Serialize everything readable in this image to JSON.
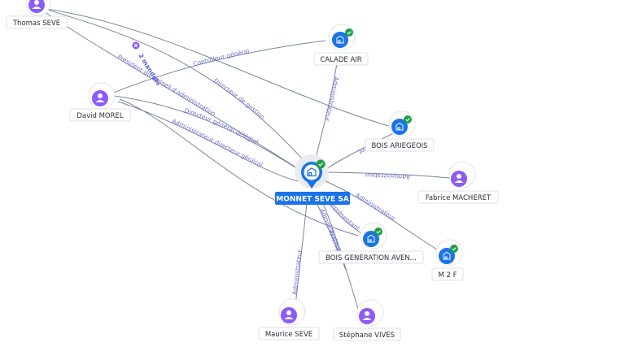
{
  "colors": {
    "person": "#8b5cf6",
    "company": "#1a73e8",
    "check": "#1e9e4a",
    "edge": "#7a8699",
    "edge_label": "#6b6fd8",
    "badge_close": "#8b5cf6"
  },
  "mandate_badge": {
    "text": "2 mandats",
    "icon": "close-x-icon"
  },
  "nodes": {
    "thomas": {
      "label": "Thomas SEVE",
      "kind": "person",
      "icon": "person-icon"
    },
    "david": {
      "label": "David MOREL",
      "kind": "person",
      "icon": "person-icon"
    },
    "calade": {
      "label": "CALADE AIR",
      "kind": "company",
      "icon": "building-icon",
      "verified": true
    },
    "bois_ariegeois": {
      "label": "BOIS ARIEGEOIS",
      "kind": "company",
      "icon": "building-icon",
      "verified": true
    },
    "monnet": {
      "label": "MONNET SEVE SA",
      "kind": "main-company",
      "icon": "building-icon",
      "verified": true
    },
    "fabrice": {
      "label": "Fabrice MACHERET",
      "kind": "person",
      "icon": "person-icon"
    },
    "bois_generation": {
      "label": "BOIS GENERATION AVEN...",
      "kind": "company",
      "icon": "building-icon",
      "verified": true
    },
    "m2f": {
      "label": "M 2 F",
      "kind": "company",
      "icon": "building-icon",
      "verified": true
    },
    "maurice": {
      "label": "Maurice SEVE",
      "kind": "person",
      "icon": "person-icon"
    },
    "stephane": {
      "label": "Stéphane VIVES",
      "kind": "person",
      "icon": "person-icon"
    }
  },
  "edges": {
    "e1": "Directeur de gestion",
    "e2": "Contrôleur général",
    "e3": "Président du conseil d'administration",
    "e4": "Directeur général délégué",
    "e5": "Administrateur directeur général",
    "e6": "Administrateur",
    "e7": "Président",
    "e8": "Administrateur",
    "e9": "Administrateur",
    "e10": "Administrateur",
    "e11": "Président",
    "e12": "Administrateur",
    "e13": "Représentant"
  }
}
